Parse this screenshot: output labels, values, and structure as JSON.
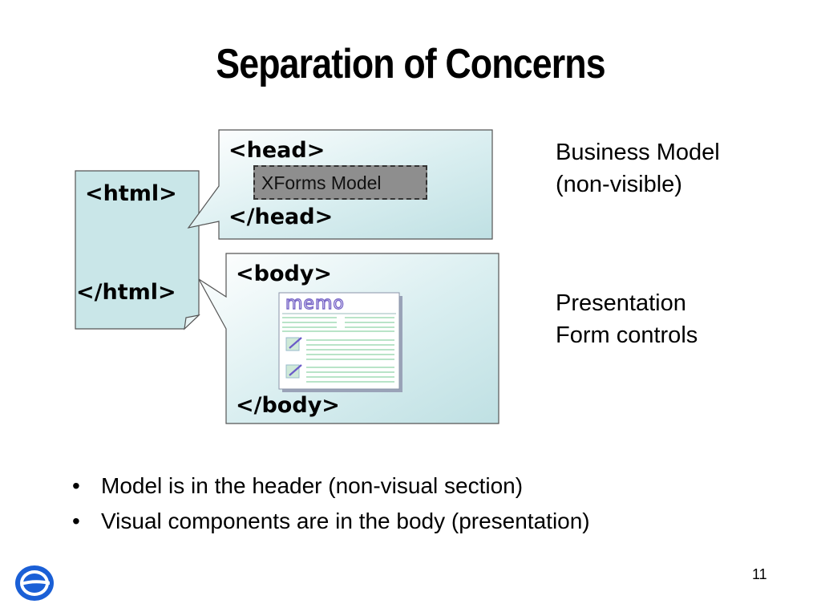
{
  "slide": {
    "title": "Separation of Concerns",
    "page_number": "11"
  },
  "diagram": {
    "html_open": "<html>",
    "html_close": "</html>",
    "head_open": "<head>",
    "head_close": "</head>",
    "xforms_model": "XForms Model",
    "body_open": "<body>",
    "body_close": "</body>",
    "memo_label": "memo",
    "business_model_lines": [
      "Business Model",
      "(non-visible)"
    ],
    "presentation_lines": [
      "Presentation",
      "Form controls"
    ]
  },
  "bullets": [
    "Model is in the header (non-visual section)",
    "Visual components are in the body (presentation)"
  ],
  "colors": {
    "box_fill": "#cde8ea",
    "xforms_fill": "#8e8e8e",
    "logo_blue": "#1a5fd6"
  }
}
